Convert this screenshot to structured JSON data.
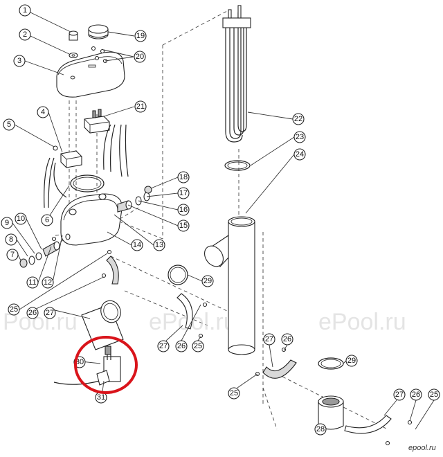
{
  "watermarks": [
    "Pool.ru",
    "ePool.ru",
    "ePool.ru"
  ],
  "logo": "epool.ru",
  "highlight_color": "#d9141b",
  "callouts": [
    "1",
    "2",
    "3",
    "4",
    "5",
    "6",
    "7",
    "8",
    "9",
    "10",
    "11",
    "12",
    "13",
    "14",
    "15",
    "16",
    "17",
    "18",
    "19",
    "20",
    "21",
    "22",
    "23",
    "24",
    "25",
    "25",
    "25",
    "25",
    "26",
    "26",
    "26",
    "26",
    "27",
    "27",
    "27",
    "27",
    "28",
    "29",
    "29",
    "30",
    "31"
  ]
}
